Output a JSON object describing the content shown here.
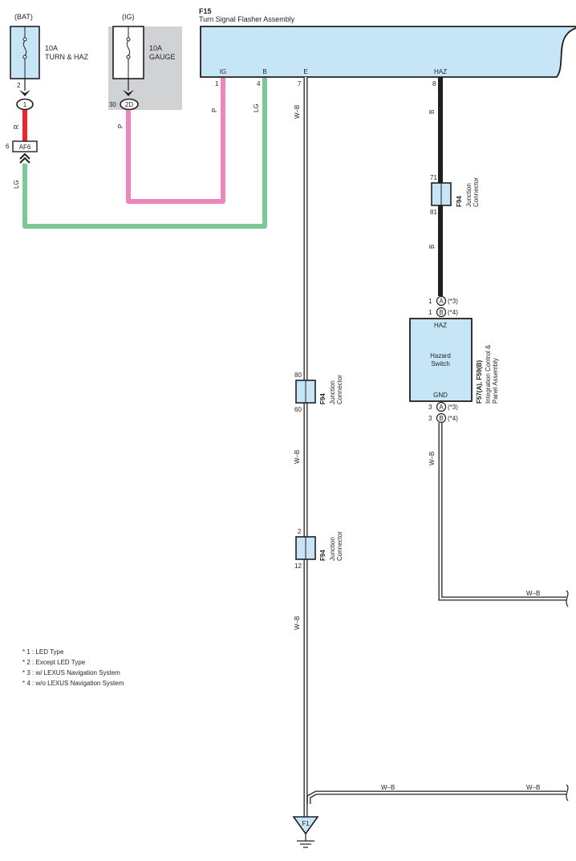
{
  "colors": {
    "wire_red": "#e8262b",
    "wire_pink": "#ef86bb",
    "wire_green": "#7ec896",
    "wire_black": "#231f20",
    "component_fill": "#c6e6f7",
    "ig_shade": "#d1d2d4"
  },
  "fuses": {
    "bat": {
      "supply": "(BAT)",
      "rating": "10A",
      "name": "TURN & HAZ",
      "pin": "2",
      "connector": "1"
    },
    "ig": {
      "supply": "(IG)",
      "rating": "10A",
      "name": "GAUGE",
      "pin": "30",
      "connector": "2D"
    }
  },
  "af6": {
    "pin": "6",
    "label": "AF6"
  },
  "flasher": {
    "code": "F15",
    "name": "Turn Signal Flasher Assembly",
    "terminals": [
      {
        "label": "IG",
        "pin": "1"
      },
      {
        "label": "B",
        "pin": "4"
      },
      {
        "label": "E",
        "pin": "7"
      },
      {
        "label": "HAZ",
        "pin": "8"
      }
    ]
  },
  "wire_colors": {
    "r": "R",
    "lg": "LG",
    "p": "P",
    "b": "B",
    "wb": "W–B"
  },
  "junction": {
    "code": "F94",
    "name_line1": "Junction",
    "name_line2": "Connector",
    "haz": {
      "top": "71",
      "bottom": "81"
    },
    "e_upper": {
      "top": "80",
      "bottom": "60"
    },
    "e_lower": {
      "top": "2",
      "bottom": "12"
    }
  },
  "hazard_switch": {
    "code_line": "F57(A), F59(B)",
    "name_line1": "Integration Control &",
    "name_line2": "Panel Assembly",
    "title_line1": "Hazard",
    "title_line2": "Switch",
    "haz_label": "HAZ",
    "gnd_label": "GND",
    "haz_pins": [
      {
        "pin": "1",
        "conn": "A",
        "note": "(*3)"
      },
      {
        "pin": "1",
        "conn": "B",
        "note": "(*4)"
      }
    ],
    "gnd_pins": [
      {
        "pin": "3",
        "conn": "A",
        "note": "(*3)"
      },
      {
        "pin": "3",
        "conn": "B",
        "note": "(*4)"
      }
    ]
  },
  "ground": {
    "label": "F1"
  },
  "notes": [
    "* 1 : LED Type",
    "* 2 : Except LED Type",
    "* 3 : w/ LEXUS Navigation System",
    "* 4 : w/o LEXUS Navigation System"
  ]
}
